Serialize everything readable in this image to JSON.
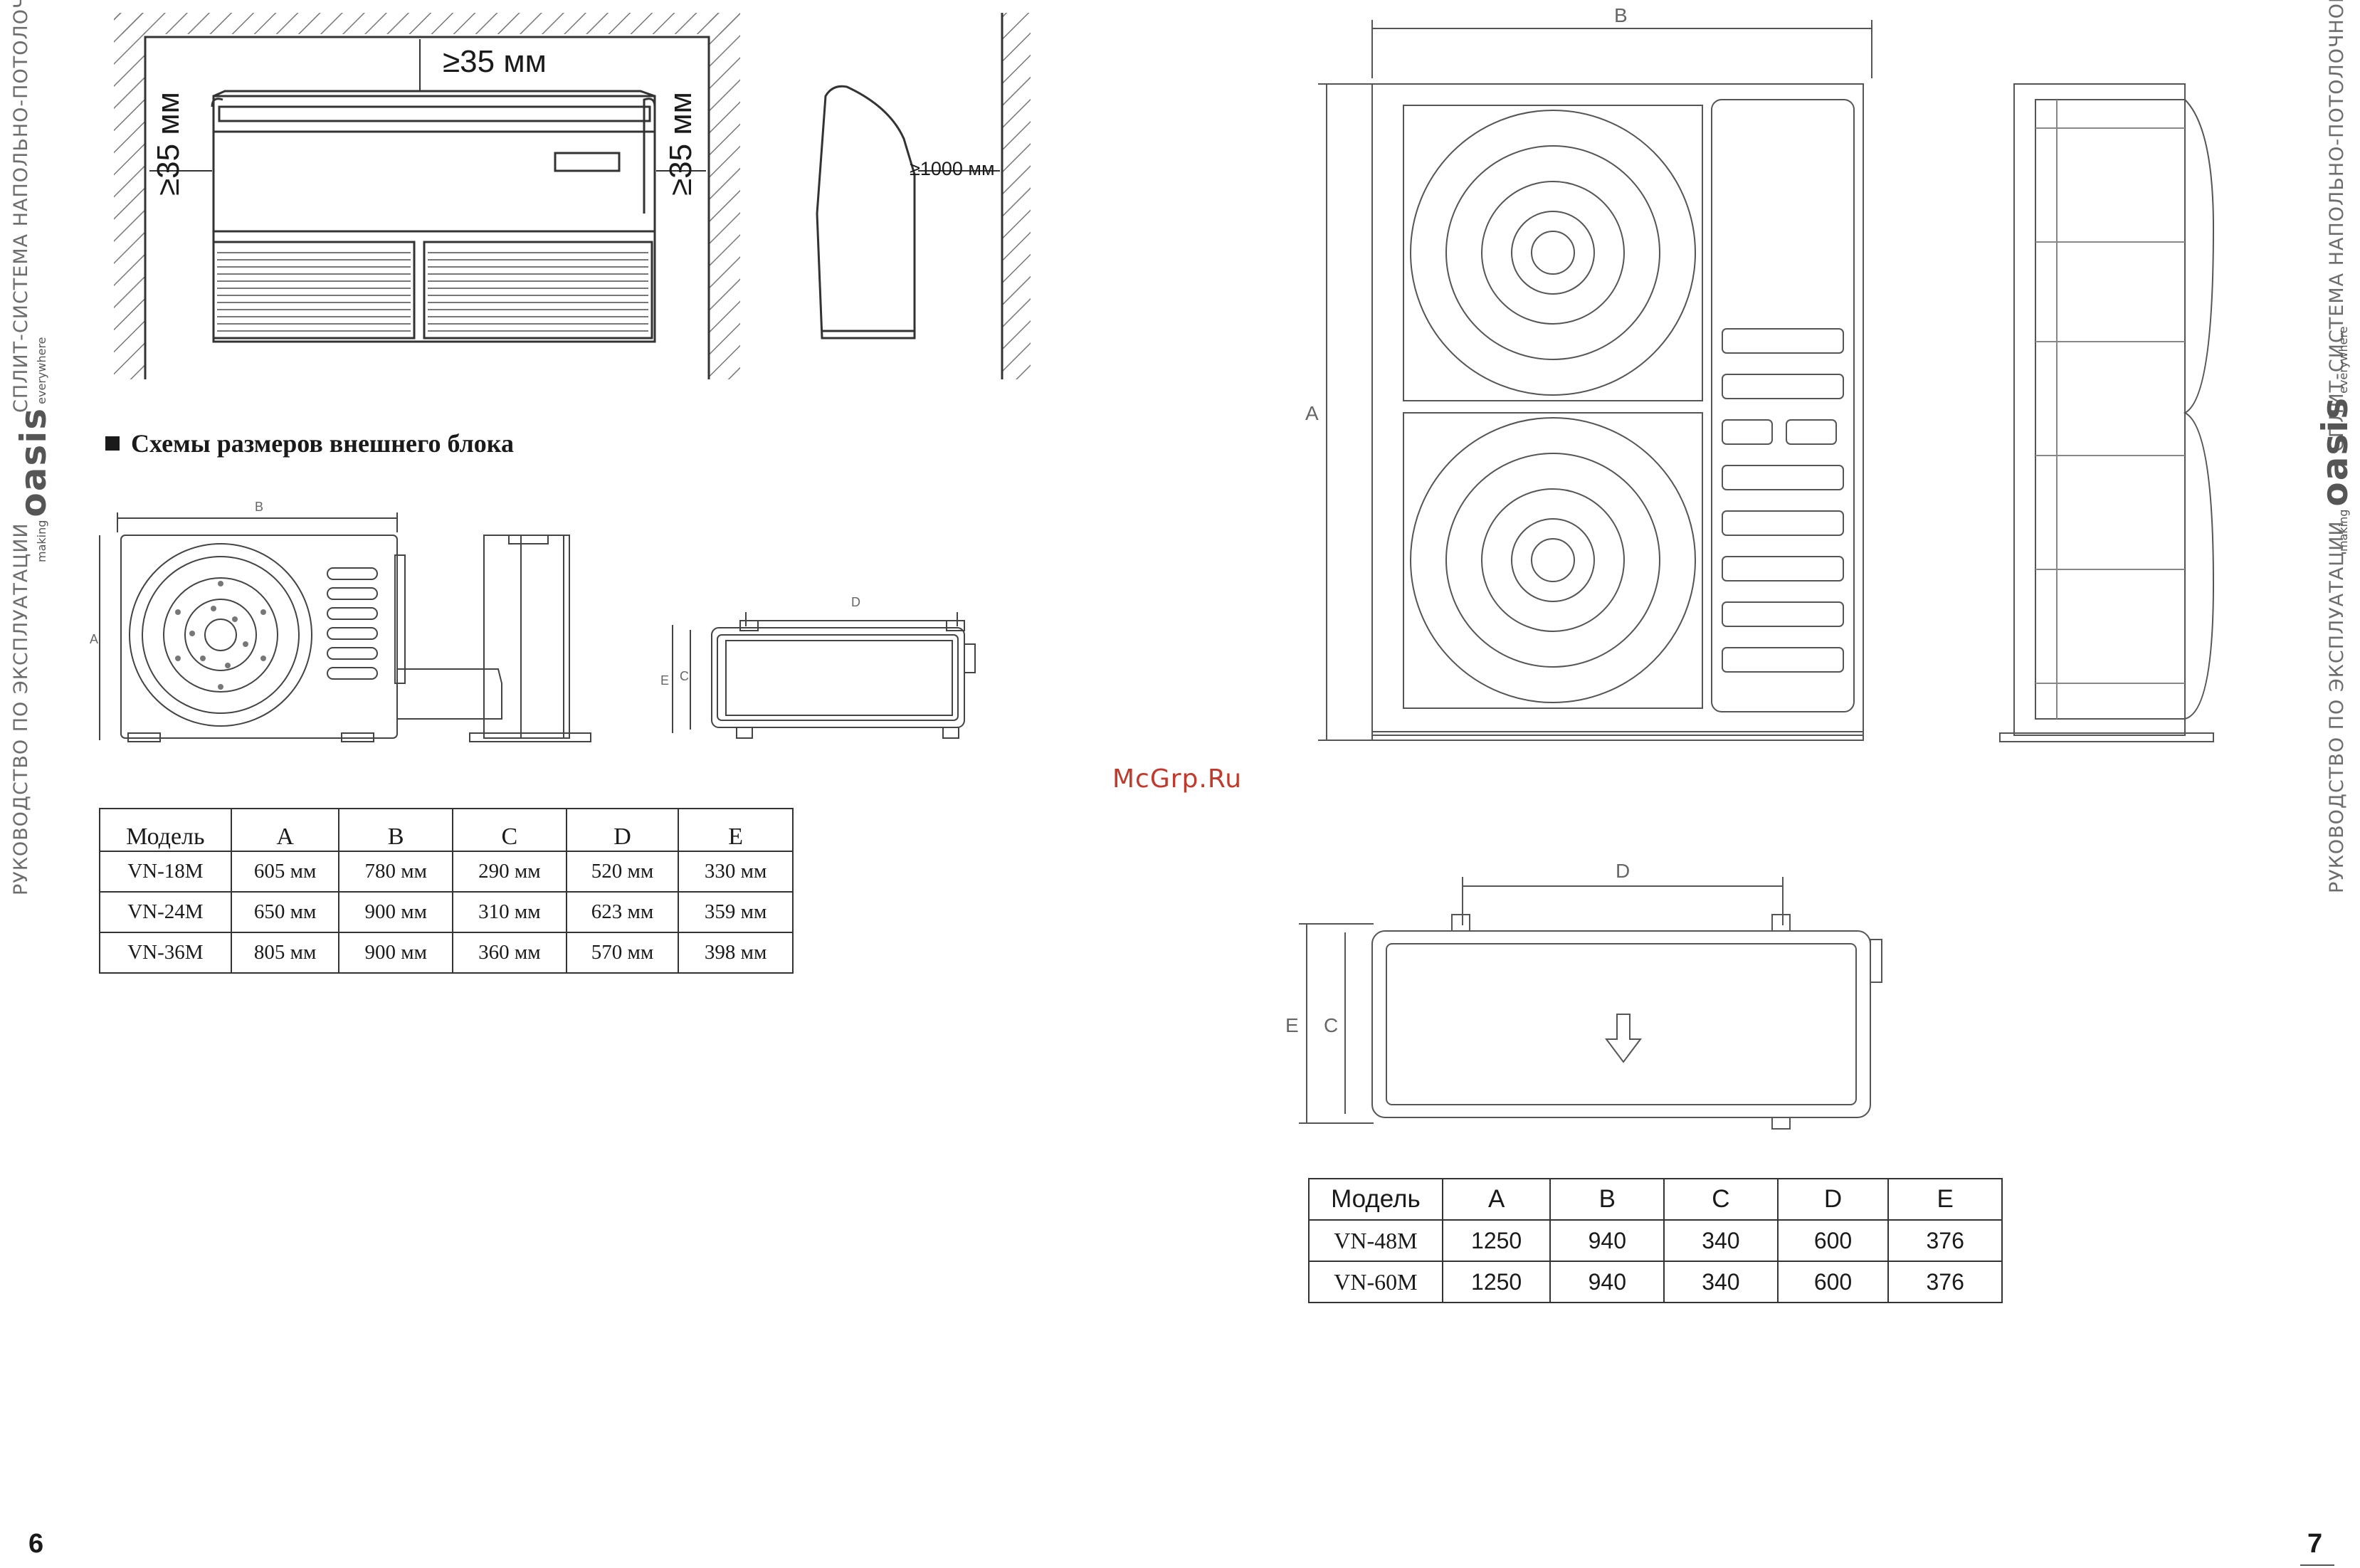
{
  "page": {
    "side_label_top": "СПЛИТ-СИСТЕМА НАПОЛЬНО-ПОТОЛОЧНОГО ТИПА",
    "side_label_bottom": "РУКОВОДСТВО ПО ЭКСПЛУАТАЦИИ",
    "logo_main": "oasis",
    "logo_small_top": "making",
    "logo_small_bottom": "everywhere",
    "page_left": "6",
    "page_right": "7",
    "watermark": "McGrp.Ru"
  },
  "indoor_clearance": {
    "top_gap": "≥35 мм",
    "left_gap": "≥35 мм",
    "right_gap": "≥35 мм",
    "front_gap": "≥1000 мм"
  },
  "outdoor_section": {
    "title": "Схемы размеров внешнего блока"
  },
  "dim_letters": {
    "a": "A",
    "b": "B",
    "c": "C",
    "d": "D",
    "e": "E"
  },
  "table_small": {
    "headers": [
      "Модель",
      "A",
      "B",
      "C",
      "D",
      "E"
    ],
    "rows": [
      [
        "VN-18M",
        "605 мм",
        "780 мм",
        "290 мм",
        "520 мм",
        "330 мм"
      ],
      [
        "VN-24M",
        "650 мм",
        "900 мм",
        "310 мм",
        "623 мм",
        "359 мм"
      ],
      [
        "VN-36M",
        "805 мм",
        "900 мм",
        "360 мм",
        "570 мм",
        "398 мм"
      ]
    ]
  },
  "table_large": {
    "headers": [
      "Модель",
      "A",
      "B",
      "C",
      "D",
      "E"
    ],
    "rows": [
      [
        "VN-48M",
        "1250",
        "940",
        "340",
        "600",
        "376"
      ],
      [
        "VN-60M",
        "1250",
        "940",
        "340",
        "600",
        "376"
      ]
    ]
  }
}
